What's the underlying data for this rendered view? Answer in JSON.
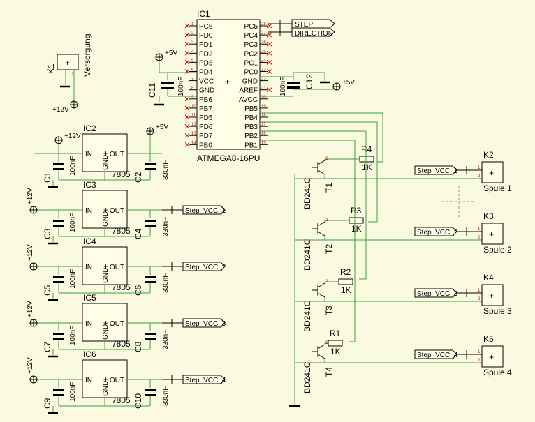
{
  "ic1": {
    "name": "IC1",
    "value": "ATMEGA8-16PU",
    "left_pins": [
      [
        "PC6",
        "1"
      ],
      [
        "PD0",
        "2"
      ],
      [
        "PD1",
        "3"
      ],
      [
        "PD2",
        "4"
      ],
      [
        "PD3",
        "5"
      ],
      [
        "PD4",
        "6"
      ],
      [
        "VCC",
        "7"
      ],
      [
        "GND",
        "8"
      ],
      [
        "PB6",
        "9"
      ],
      [
        "PB7",
        "10"
      ],
      [
        "PD5",
        "11"
      ],
      [
        "PD6",
        "12"
      ],
      [
        "PD7",
        "13"
      ],
      [
        "PB0",
        "14"
      ]
    ],
    "right_pins": [
      [
        "PC5",
        "28"
      ],
      [
        "PC4",
        "27"
      ],
      [
        "PC3",
        "26"
      ],
      [
        "PC2",
        "25"
      ],
      [
        "PC1",
        "24"
      ],
      [
        "PC0",
        "23"
      ],
      [
        "GND",
        "22"
      ],
      [
        "AREF",
        "21"
      ],
      [
        "AVCC",
        "20"
      ],
      [
        "PB5",
        "19"
      ],
      [
        "PB4",
        "18"
      ],
      [
        "PB3",
        "17"
      ],
      [
        "PB2",
        "16"
      ],
      [
        "PB1",
        "15"
      ]
    ]
  },
  "labels": {
    "step": "STEP",
    "direction": "DIRECTION"
  },
  "k1": {
    "name": "K1",
    "value": "Versorgung",
    "supply": "+12V"
  },
  "c11": {
    "name": "C11",
    "value": "100nF"
  },
  "c12": {
    "name": "C12",
    "value": "100nF"
  },
  "plus5": "+5V",
  "plus12": "+12V",
  "regulators": [
    {
      "ic": "IC2",
      "reg": "7805",
      "cin": "C1",
      "cin_val": "100nF",
      "cout": "C2",
      "cout_val": "330nF",
      "net": ""
    },
    {
      "ic": "IC3",
      "reg": "7805",
      "cin": "C3",
      "cin_val": "100nF",
      "cout": "C4",
      "cout_val": "330nF",
      "net": "Step_VCC_1"
    },
    {
      "ic": "IC4",
      "reg": "7805",
      "cin": "C5",
      "cin_val": "100nF",
      "cout": "C6",
      "cout_val": "330nF",
      "net": "Step_VCC_2"
    },
    {
      "ic": "IC5",
      "reg": "7805",
      "cin": "C7",
      "cin_val": "100nF",
      "cout": "C8",
      "cout_val": "330nF",
      "net": "Step_VCC_3"
    },
    {
      "ic": "IC6",
      "reg": "7805",
      "cin": "C9",
      "cin_val": "100nF",
      "cout": "C10",
      "cout_val": "330nF",
      "net": "Step_VCC_4"
    }
  ],
  "reg_pins": {
    "in": "IN",
    "out": "OUT",
    "gnd": "GND"
  },
  "drivers": [
    {
      "t": "T1",
      "type": "BD241C",
      "r": "R4",
      "rv": "1K",
      "k": "K2",
      "coil": "Spule 1",
      "net": "Step_VCC_1"
    },
    {
      "t": "T2",
      "type": "BD241C",
      "r": "R3",
      "rv": "1K",
      "k": "K3",
      "coil": "Spule 2",
      "net": "Step_VCC_2"
    },
    {
      "t": "T3",
      "type": "BD241C",
      "r": "R2",
      "rv": "1K",
      "k": "K4",
      "coil": "Spule 3",
      "net": "Step_VCC_3"
    },
    {
      "t": "T4",
      "type": "BD241C",
      "r": "R1",
      "rv": "1K",
      "k": "K5",
      "coil": "Spule 4",
      "net": "Step_VCC_4"
    }
  ]
}
